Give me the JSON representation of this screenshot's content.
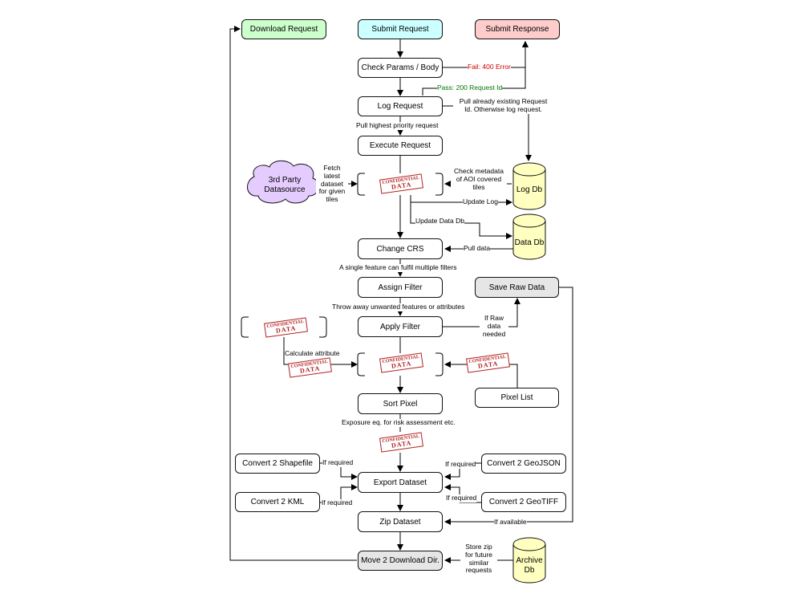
{
  "boxes": {
    "download_request": "Download Request",
    "submit_request": "Submit Request",
    "submit_response": "Submit Response",
    "check_params": "Check Params / Body",
    "log_request": "Log Request",
    "execute_request": "Execute Request",
    "change_crs": "Change CRS",
    "assign_filter": "Assign Filter",
    "apply_filter": "Apply Filter",
    "save_raw_data": "Save Raw Data",
    "pixel_list": "Pixel List",
    "sort_pixel": "Sort Pixel",
    "convert_shapefile": "Convert 2 Shapefile",
    "convert_geojson": "Convert 2 GeoJSON",
    "export_dataset": "Export Dataset",
    "convert_kml": "Convert 2 KML",
    "convert_geotiff": "Convert 2 GeoTIFF",
    "zip_dataset": "Zip Dataset",
    "move_download": "Move 2 Download Dir.",
    "third_party_line1": "3rd Party",
    "third_party_line2": "Datasource"
  },
  "databases": {
    "log_db": "Log Db",
    "data_db": "Data Db",
    "archive_db_line1": "Archive",
    "archive_db_line2": "Db"
  },
  "labels": {
    "fail": "Fail: 400 Error",
    "pass": "Pass: 200 Request Id",
    "pull_existing_1": "Pull already existing Request",
    "pull_existing_2": "Id. Otherwise log request.",
    "pull_priority": "Pull highest priority request",
    "fetch_1": "Fetch",
    "fetch_2": "latest",
    "fetch_3": "dataset",
    "fetch_4": "for given",
    "fetch_5": "tiles",
    "check_meta_1": "Check metadata",
    "check_meta_2": "of AOI covered",
    "check_meta_3": "tiles",
    "update_log": "Update Log",
    "update_data_db": "Update Data Db",
    "pull_data": "Pull data",
    "single_feature": "A single feature can fulfil multiple filters",
    "throw_away": "Throw away unwanted features or attributes",
    "if_raw_1": "If Raw",
    "if_raw_2": "data",
    "if_raw_3": "needed",
    "calc_attr": "Calculate attribute",
    "exposure": "Exposure eq. for risk assessment etc.",
    "if_required_1": "If required",
    "if_required_2": "If required",
    "if_required_3": "If required",
    "if_required_4": "If required",
    "if_available": "If available",
    "store_zip_1": "Store zip",
    "store_zip_2": "for future",
    "store_zip_3": "similar",
    "store_zip_4": "requests"
  },
  "stamp": {
    "top": "CONFIDENTIAL",
    "main": "DATA"
  },
  "colors": {
    "download_request": "#ccffcc",
    "submit_request": "#ccffff",
    "submit_response": "#ffcccc",
    "gray_box": "#e6e6e6",
    "database": "#ffffc0",
    "cloud": "#e5ccff",
    "fail_text": "#cc0000",
    "pass_text": "#007700"
  }
}
